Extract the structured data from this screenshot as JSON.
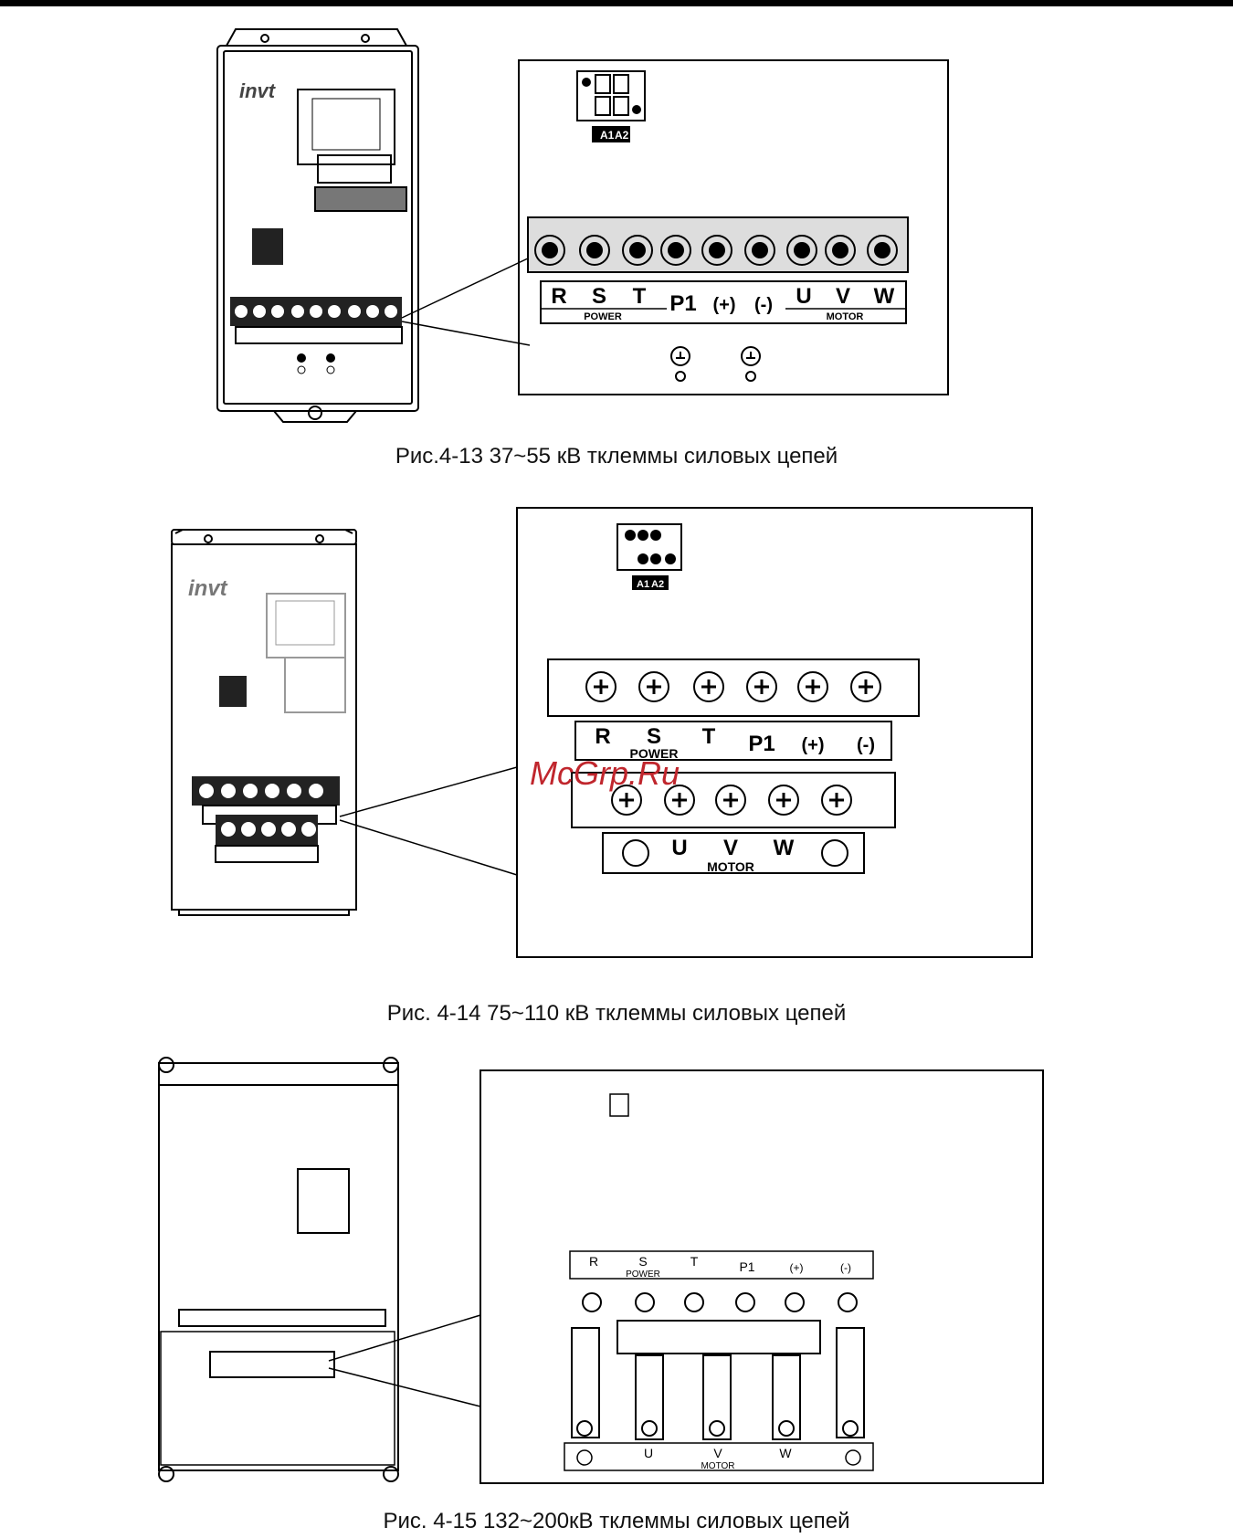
{
  "brand": "invt",
  "watermark": "McGrp.Ru",
  "figures": [
    {
      "caption": "Рис.4-13    37~55 кВ    тклеммы силовых цепей",
      "aux_labels": [
        "A1",
        "A2"
      ],
      "terminals": [
        "R",
        "S",
        "T",
        "P1",
        "(+)",
        "(-)",
        "U",
        "V",
        "W"
      ],
      "group_labels": [
        "POWER",
        "MOTOR"
      ]
    },
    {
      "caption": "Рис. 4-14 75~110 кВ    тклеммы силовых цепей",
      "aux_labels": [
        "A1",
        "A2"
      ],
      "top_terminals": [
        "R",
        "S",
        "T",
        "P1",
        "(+)",
        "(-)"
      ],
      "bottom_terminals": [
        "U",
        "V",
        "W"
      ],
      "group_labels": [
        "POWER",
        "MOTOR"
      ]
    },
    {
      "caption": "Рис. 4-15 132~200кВ    тклеммы силовых цепей",
      "top_terminals": [
        "R",
        "S",
        "T",
        "P1",
        "(+)",
        "(-)"
      ],
      "bottom_terminals": [
        "U",
        "V",
        "W"
      ],
      "group_labels": [
        "POWER",
        "MOTOR"
      ]
    }
  ]
}
